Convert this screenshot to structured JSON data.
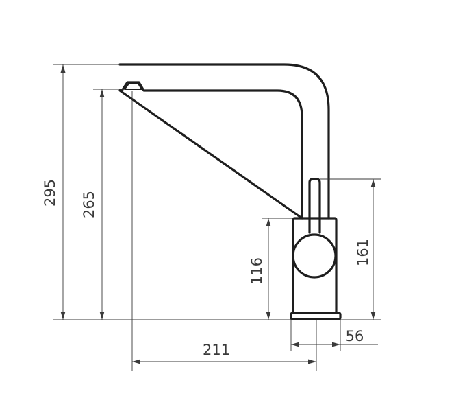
{
  "dimensions": {
    "total_height": "295",
    "spout_height": "265",
    "body_height": "116",
    "lever_height": "161",
    "spout_reach": "211",
    "base_width": "56"
  }
}
